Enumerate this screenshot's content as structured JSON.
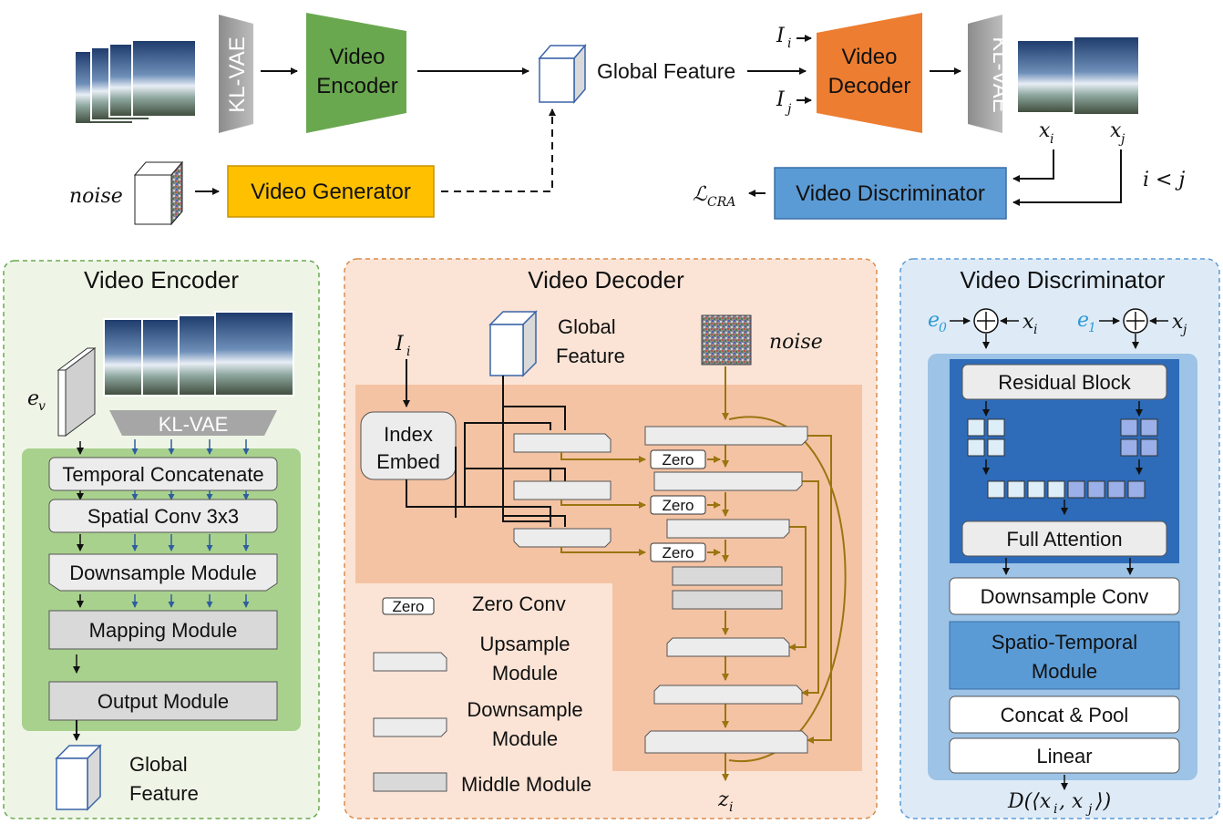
{
  "top": {
    "kl_vae_left": "KL-VAE",
    "video_encoder": [
      "Video",
      "Encoder"
    ],
    "global_feature": "Global Feature",
    "video_decoder": [
      "Video",
      "Decoder"
    ],
    "kl_vae_right": "KL-VAE",
    "input_i": "I",
    "input_j": "I",
    "sub_i": "i",
    "sub_j": "j",
    "output_xi": "x",
    "output_xj": "x",
    "noise": "noise",
    "video_generator": "Video Generator",
    "video_discriminator": "Video Discriminator",
    "loss": "ℒ",
    "loss_sub": "CRA",
    "condition": "i < j"
  },
  "encoder_panel": {
    "title": "Video Encoder",
    "ev": "e",
    "ev_sub": "v",
    "kl_vae": "KL-VAE",
    "modules": [
      "Temporal Concatenate",
      "Spatial Conv 3x3",
      "Downsample Module",
      "Mapping Module",
      "Output Module"
    ],
    "output": [
      "Global",
      "Feature"
    ]
  },
  "decoder_panel": {
    "title": "Video Decoder",
    "input": "I",
    "input_sub": "i",
    "global_feature": [
      "Global",
      "Feature"
    ],
    "noise": "noise",
    "index_embed": [
      "Index",
      "Embed"
    ],
    "zero": "Zero",
    "output": "z",
    "output_sub": "i",
    "legend": {
      "zero_conv": "Zero Conv",
      "upsample": [
        "Upsample",
        "Module"
      ],
      "downsample": [
        "Downsample",
        "Module"
      ],
      "middle": "Middle Module"
    }
  },
  "discriminator_panel": {
    "title": "Video Discriminator",
    "e0": "e",
    "e0_sub": "0",
    "e1": "e",
    "e1_sub": "1",
    "xi": "x",
    "xj": "x",
    "modules": [
      "Residual Block",
      "Full Attention",
      "Downsample Conv",
      "Spatio-Temporal",
      "Module",
      "Concat & Pool",
      "Linear"
    ],
    "output": "D(⟨x",
    "output_mid": ", x",
    "output_end": "⟩)"
  },
  "colors": {
    "encoder_green": "#6aa84f",
    "decoder_orange": "#ed7d31",
    "generator_yellow": "#ffc000",
    "discriminator_blue": "#5b9bd5",
    "gold_arrow": "#9c7410"
  }
}
